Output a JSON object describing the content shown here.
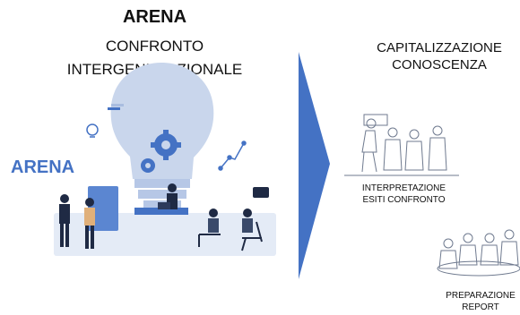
{
  "header": {
    "title": "ARENA",
    "subtitle_line1": "CONFRONTO",
    "subtitle_line2": "INTERGENERAZIONALE"
  },
  "illustration": {
    "label": "ARENA",
    "icons": [
      "lightbulb-icon",
      "gear-icon",
      "people-icon",
      "chart-icon"
    ]
  },
  "right_panel": {
    "heading_line1": "CAPITALIZZAZIONE",
    "heading_line2": "CONOSCENZA",
    "steps": [
      {
        "label_line1": "INTERPRETAZIONE",
        "label_line2": "ESITI CONFRONTO",
        "icon": "meeting-sketch-icon"
      },
      {
        "label_line1": "PREPARAZIONE",
        "label_line2": "REPORT",
        "icon": "team-sketch-icon"
      }
    ]
  },
  "colors": {
    "accent": "#4472c4",
    "bulb": "#c7d4ea",
    "floor": "#dfe7f4",
    "arrow": "#4472c4"
  }
}
